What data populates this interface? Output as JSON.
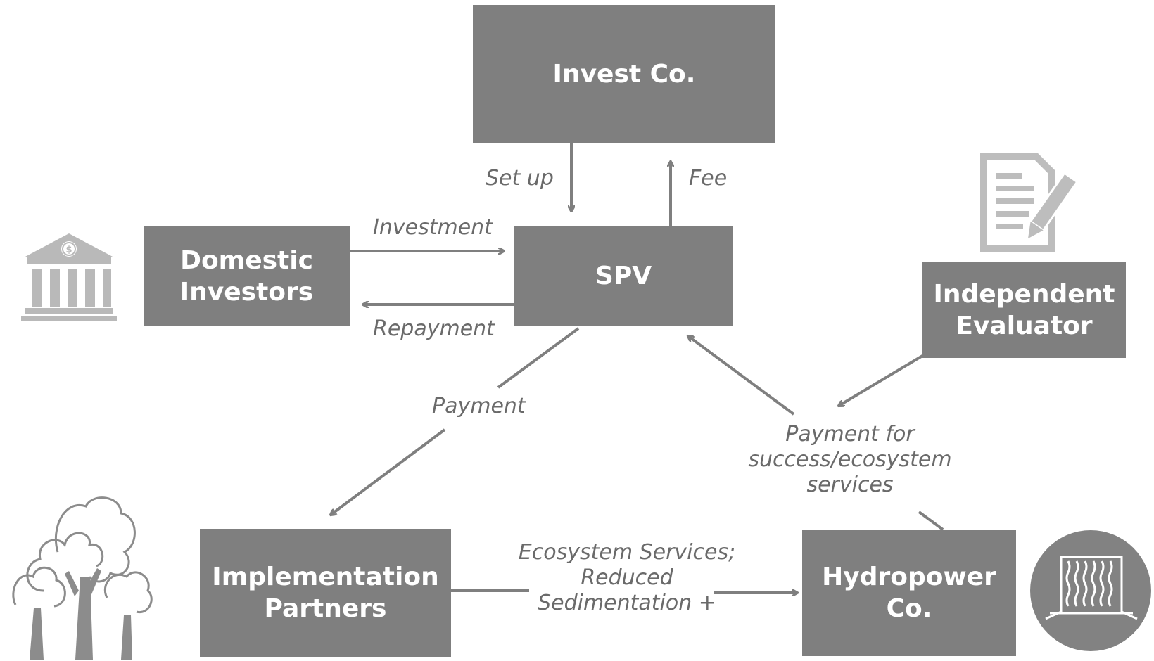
{
  "nodes": {
    "invest_co": "Invest Co.",
    "spv": "SPV",
    "domestic_investors_l1": "Domestic",
    "domestic_investors_l2": "Investors",
    "independent_evaluator_l1": "Independent",
    "independent_evaluator_l2": "Evaluator",
    "implementation_partners_l1": "Implementation",
    "implementation_partners_l2": "Partners",
    "hydropower_co_l1": "Hydropower",
    "hydropower_co_l2": "Co."
  },
  "edges": {
    "set_up": "Set up",
    "fee": "Fee",
    "investment": "Investment",
    "repayment": "Repayment",
    "payment": "Payment",
    "payment_for_l1": "Payment for",
    "payment_for_l2": "success/ecosystem",
    "payment_for_l3": "services",
    "ecosystem_l1": "Ecosystem Services;",
    "ecosystem_l2": "Reduced",
    "ecosystem_l3": "Sedimentation +"
  },
  "colors": {
    "box_fill": "#7f7f7f",
    "box_text": "#ffffff",
    "arrow": "#7f7f7f",
    "label_text": "#6a6a6a",
    "icon": "#b9b9b9"
  },
  "icons": [
    "bank-icon",
    "document-pencil-icon",
    "trees-icon",
    "hydropower-dam-icon"
  ]
}
